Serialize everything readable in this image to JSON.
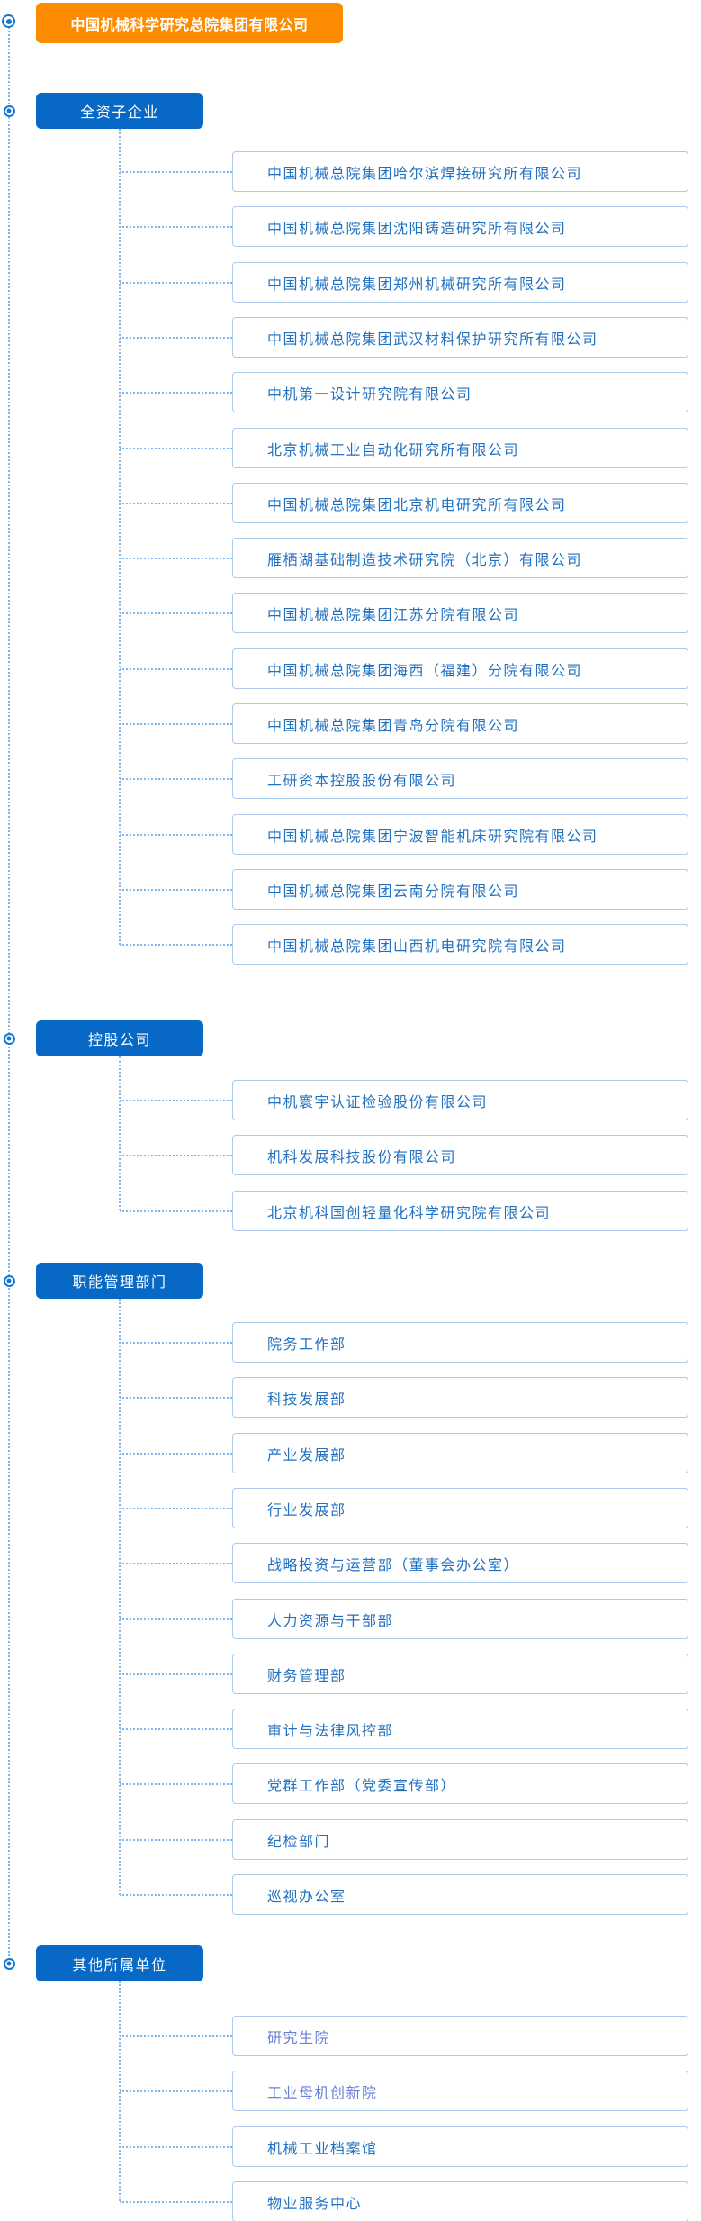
{
  "root": {
    "label": "中国机械科学研究总院集团有限公司"
  },
  "sections": [
    {
      "label": "全资子企业",
      "children": [
        {
          "label": "中国机械总院集团哈尔滨焊接研究所有限公司",
          "visited": false
        },
        {
          "label": "中国机械总院集团沈阳铸造研究所有限公司",
          "visited": false
        },
        {
          "label": "中国机械总院集团郑州机械研究所有限公司",
          "visited": false
        },
        {
          "label": "中国机械总院集团武汉材料保护研究所有限公司",
          "visited": false
        },
        {
          "label": "中机第一设计研究院有限公司",
          "visited": false
        },
        {
          "label": "北京机械工业自动化研究所有限公司",
          "visited": false
        },
        {
          "label": "中国机械总院集团北京机电研究所有限公司",
          "visited": false
        },
        {
          "label": "雁栖湖基础制造技术研究院（北京）有限公司",
          "visited": false
        },
        {
          "label": "中国机械总院集团江苏分院有限公司",
          "visited": false
        },
        {
          "label": "中国机械总院集团海西（福建）分院有限公司",
          "visited": false
        },
        {
          "label": "中国机械总院集团青岛分院有限公司",
          "visited": false
        },
        {
          "label": "工研资本控股股份有限公司",
          "visited": false
        },
        {
          "label": "中国机械总院集团宁波智能机床研究院有限公司",
          "visited": false
        },
        {
          "label": "中国机械总院集团云南分院有限公司",
          "visited": false
        },
        {
          "label": "中国机械总院集团山西机电研究院有限公司",
          "visited": false
        }
      ]
    },
    {
      "label": "控股公司",
      "children": [
        {
          "label": "中机寰宇认证检验股份有限公司",
          "visited": false
        },
        {
          "label": "机科发展科技股份有限公司",
          "visited": false
        },
        {
          "label": "北京机科国创轻量化科学研究院有限公司",
          "visited": false
        }
      ]
    },
    {
      "label": "职能管理部门",
      "children": [
        {
          "label": "院务工作部",
          "visited": false
        },
        {
          "label": "科技发展部",
          "visited": false
        },
        {
          "label": "产业发展部",
          "visited": false
        },
        {
          "label": "行业发展部",
          "visited": false
        },
        {
          "label": "战略投资与运营部（董事会办公室）",
          "visited": false
        },
        {
          "label": "人力资源与干部部",
          "visited": false
        },
        {
          "label": "财务管理部",
          "visited": false
        },
        {
          "label": "审计与法律风控部",
          "visited": false
        },
        {
          "label": "党群工作部（党委宣传部）",
          "visited": false
        },
        {
          "label": "纪检部门",
          "visited": false
        },
        {
          "label": "巡视办公室",
          "visited": false
        }
      ]
    },
    {
      "label": "其他所属单位",
      "children": [
        {
          "label": "研究生院",
          "visited": true
        },
        {
          "label": "工业母机创新院",
          "visited": true
        },
        {
          "label": "机械工业档案馆",
          "visited": false
        },
        {
          "label": "物业服务中心",
          "visited": false
        }
      ]
    }
  ],
  "icons": {
    "node_bullet": "ring-dot-icon"
  },
  "colors": {
    "root_bg": "#fb8b00",
    "section_bg": "#0768c6",
    "item_border": "#aacbec",
    "item_text": "#2171c1",
    "item_text_visited": "#6a80d4",
    "connector": "#85b6e8",
    "bullet": "#1577d2"
  }
}
